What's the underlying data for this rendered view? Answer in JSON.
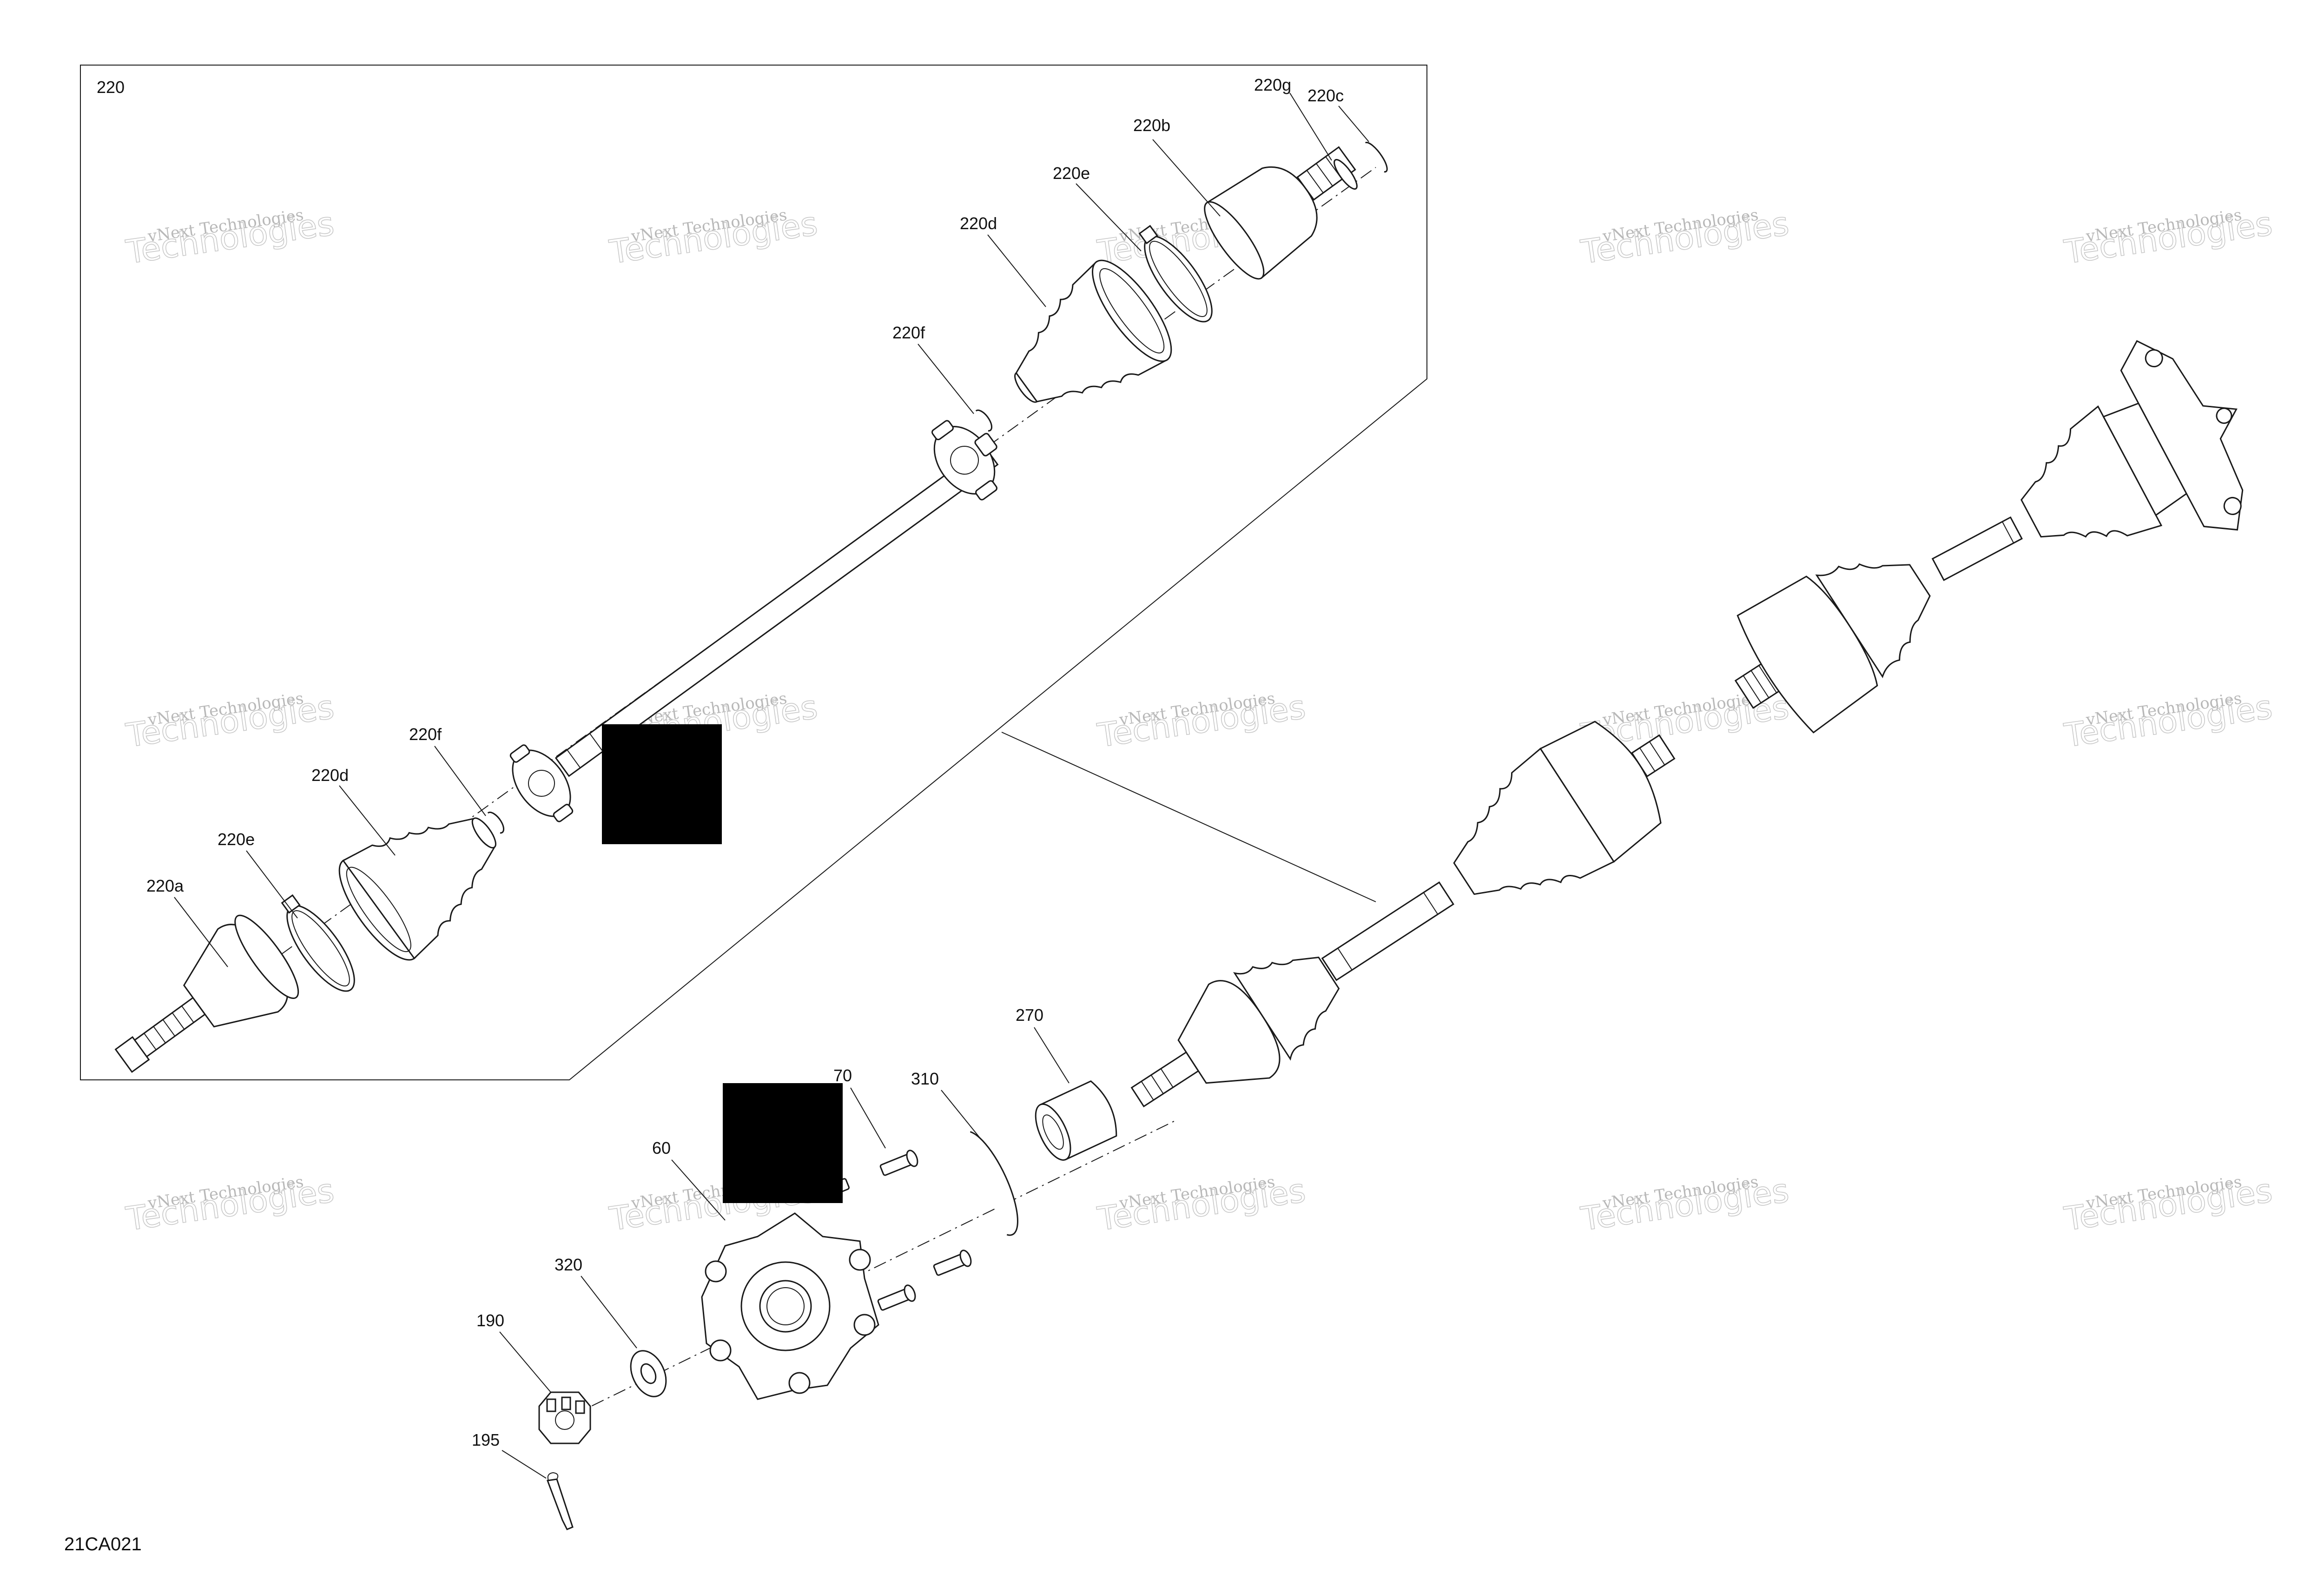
{
  "diagram": {
    "figure_code": "21CA021",
    "inset_label": "220",
    "watermark": {
      "line1": "vNext Technologies",
      "line2": "Technologies",
      "small": "vNext"
    },
    "callouts": {
      "c220g": "220g",
      "c220c": "220c",
      "c220b": "220b",
      "c220e_top": "220e",
      "c220d_top": "220d",
      "c220f_top": "220f",
      "c220f_bottom": "220f",
      "c220d_bottom": "220d",
      "c220e_bottom": "220e",
      "c220a": "220a",
      "c270": "270",
      "c310": "310",
      "c70": "70",
      "c60": "60",
      "c320": "320",
      "c190": "190",
      "c195": "195"
    }
  }
}
